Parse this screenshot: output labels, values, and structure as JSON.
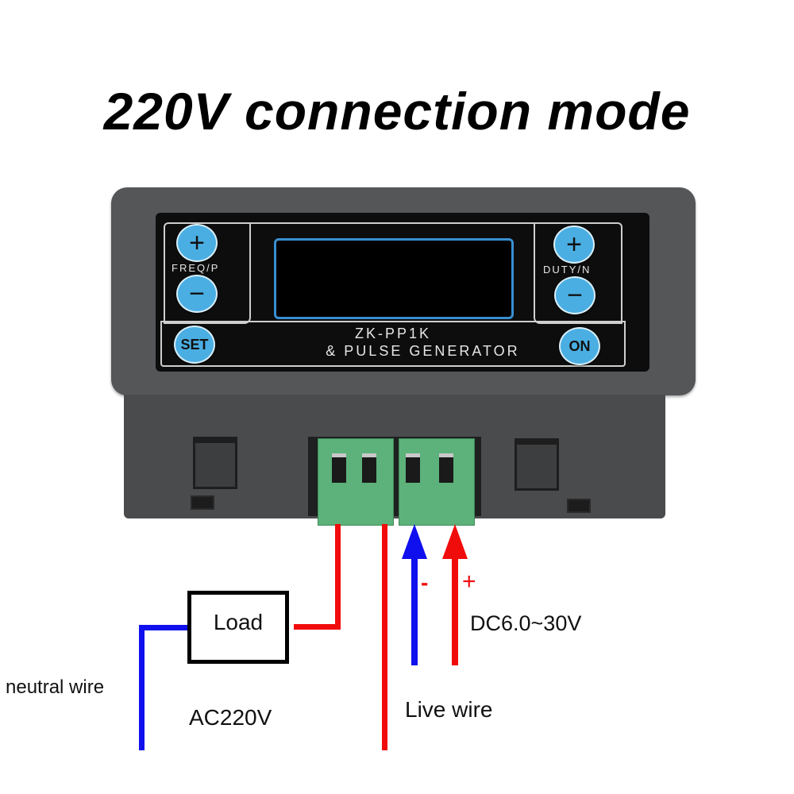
{
  "title": "220V connection mode",
  "device": {
    "model_line1": "ZK-PP1K",
    "model_line2": "& PULSE GENERATOR",
    "left_group_label": "FREQ/P",
    "right_group_label": "DUTY/N",
    "buttons": {
      "freq_plus": "+",
      "freq_minus": "−",
      "set": "SET",
      "duty_plus": "+",
      "duty_minus": "−",
      "on": "ON"
    },
    "colors": {
      "bezel": "#555658",
      "button": "#4aaee2",
      "screen_border": "#3a8fd0",
      "terminal": "#5cb27a"
    }
  },
  "diagram": {
    "load_label": "Load",
    "neutral_label": "neutral wire",
    "ac_label": "AC220V",
    "live_label": "Live wire",
    "dc_label": "DC6.0~30V",
    "minus_sign": "-",
    "plus_sign": "+",
    "colors": {
      "live": "#f10c0c",
      "neutral": "#1010ee",
      "dc_negative": "#1010ee",
      "dc_positive": "#f10c0c"
    }
  }
}
